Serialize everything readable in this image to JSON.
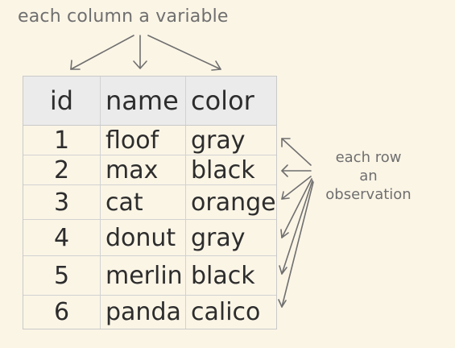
{
  "annotations": {
    "columns_note": "each column a variable",
    "rows_note": [
      "each row",
      "an",
      "observation"
    ]
  },
  "table": {
    "headers": [
      "id",
      "name",
      "color"
    ],
    "rows": [
      [
        "1",
        "floof",
        "gray"
      ],
      [
        "2",
        "max",
        "black"
      ],
      [
        "3",
        "cat",
        "orange"
      ],
      [
        "4",
        "donut",
        "gray"
      ],
      [
        "5",
        "merlin",
        "black"
      ],
      [
        "6",
        "panda",
        "calico"
      ]
    ]
  },
  "colors": {
    "background": "#fbf5e6",
    "header_fill": "#ebebeb",
    "annotation": "#6f6f6f",
    "text": "#2d2d2d"
  }
}
